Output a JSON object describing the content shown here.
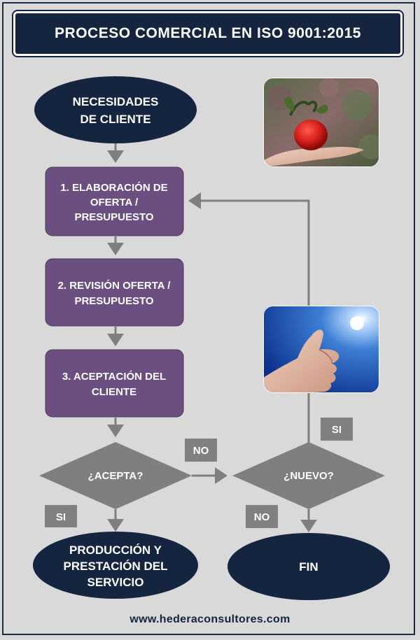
{
  "title": "PROCESO COMERCIAL EN ISO 9001:2015",
  "nodes": {
    "start": [
      "NECESIDADES",
      "DE CLIENTE"
    ],
    "step1": [
      "1. ELABORACIÓN DE",
      "OFERTA /",
      "PRESUPUESTO"
    ],
    "step2": [
      "2. REVISIÓN OFERTA /",
      "PRESUPUESTO"
    ],
    "step3": [
      "3. ACEPTACIÓN DEL",
      "CLIENTE"
    ],
    "decision_accept": "¿ACEPTA?",
    "decision_new": "¿NUEVO?",
    "end_production": [
      "PRODUCCIÓN Y",
      "PRESTACIÓN DEL",
      "SERVICIO"
    ],
    "end_fin": "FIN"
  },
  "labels": {
    "accept_no": "NO",
    "accept_si": "SI",
    "new_si": "SI",
    "new_no": "NO"
  },
  "images": {
    "top": "apple-in-hand-photo",
    "middle": "thumbs-up-photo"
  },
  "footer": "www.hederaconsultores.com",
  "colors": {
    "navy": "#15253f",
    "purple": "#6b4f80",
    "diamond": "#7f7f7f",
    "arrow": "#7f7f7f",
    "label_box": "#808080",
    "background": "#d9d9d9"
  }
}
